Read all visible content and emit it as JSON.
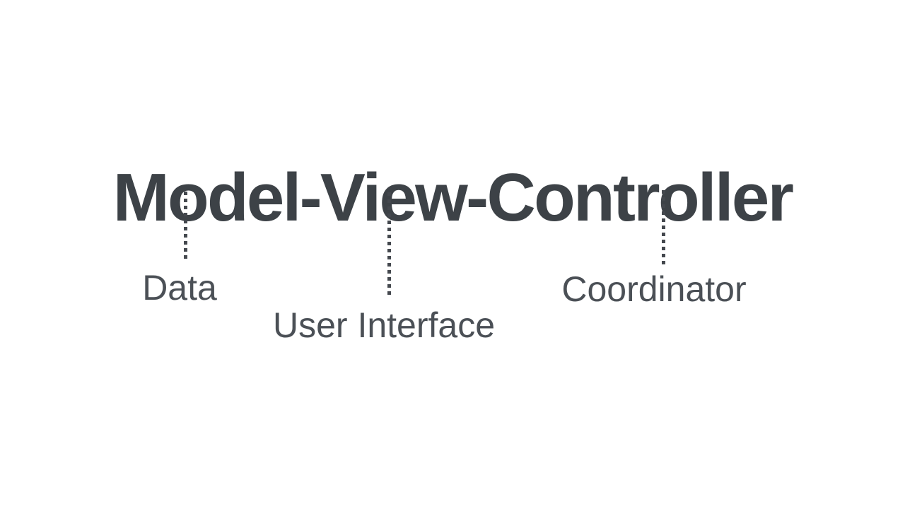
{
  "diagram": {
    "title": "Model-View-Controller",
    "labels": [
      {
        "for": "Model",
        "text": "Data"
      },
      {
        "for": "View",
        "text": "User Interface"
      },
      {
        "for": "Controller",
        "text": "Coordinator"
      }
    ]
  },
  "colors": {
    "background": "#ffffff",
    "title_text": "#3d4247",
    "label_text": "#4b5056",
    "connector": "#44484e"
  }
}
